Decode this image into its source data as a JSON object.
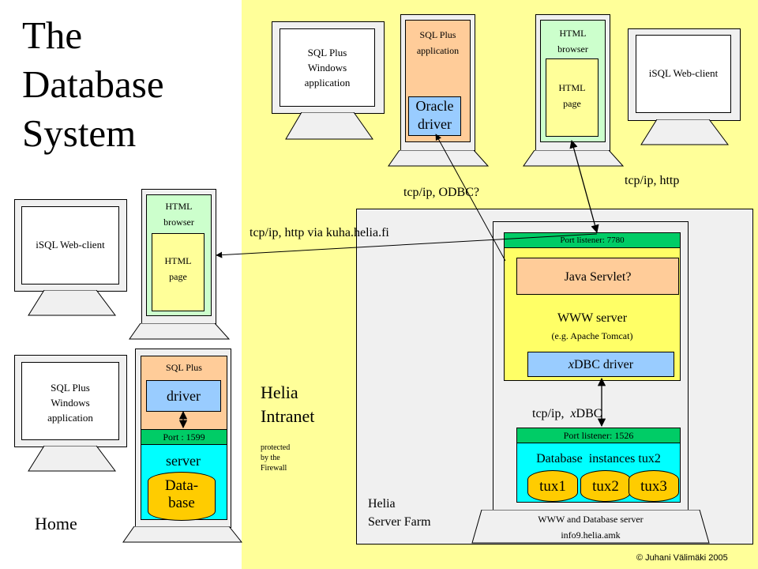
{
  "title": [
    "The",
    "Database",
    "System"
  ],
  "home_label": "Home",
  "copyright": "© Juhani Välimäki 2005",
  "intranet": {
    "title_line1": "Helia",
    "title_line2": "Intranet",
    "note": [
      "protected",
      "by the",
      "Firewall"
    ]
  },
  "server_farm": [
    "Helia",
    "Server Farm"
  ],
  "clients_top": {
    "sqlplus_windows": [
      "SQL Plus",
      "Windows",
      "application"
    ],
    "sqlplus_app": [
      "SQL Plus",
      "application"
    ],
    "oracle_driver": [
      "Oracle",
      "driver"
    ],
    "html_browser": [
      "HTML",
      "browser"
    ],
    "html_page": [
      "HTML",
      "page"
    ],
    "isql": "iSQL Web-client"
  },
  "clients_home": {
    "isql": "iSQL Web-client",
    "html_browser": [
      "HTML",
      "browser"
    ],
    "html_page": [
      "HTML",
      "page"
    ],
    "sqlplus_windows": [
      "SQL Plus",
      "Windows",
      "application"
    ],
    "sqlplus": "SQL Plus",
    "driver": "driver",
    "port": "Port : 1599",
    "server": "server",
    "database": [
      "Data-",
      "base"
    ]
  },
  "server": {
    "port_web": "Port listener: 7780",
    "servlet": "Java Servlet?",
    "www": "WWW server",
    "www_sub": "(e.g. Apache Tomcat)",
    "xdbc_prefix": "x",
    "xdbc_rest": "DBC driver",
    "port_db": "Port listener: 1526",
    "db_instances": "Database  instances tux2",
    "tux": [
      "tux1",
      "tux2",
      "tux3"
    ],
    "base_line1": "WWW and Database server",
    "base_line2": "info9.helia.amk"
  },
  "connections": {
    "odbc": "tcp/ip, ODBC?",
    "http": "tcp/ip, http",
    "http_via": "tcp/ip, http via kuha.helia.fi",
    "xdbc_prefix": "tcp/ip,  ",
    "xdbc_x": "x",
    "xdbc_rest": "DBC"
  },
  "colors": {
    "intranet_bg": "#ffff99",
    "server_bg": "#ffff66",
    "db_bg": "#00ffff",
    "port_bar": "#00cc66",
    "servlet": "#ffcc99",
    "driver_blue": "#99ccff",
    "html_green": "#ccffcc",
    "page_yellow": "#ffff99",
    "db_yellow": "#ffcc00"
  }
}
